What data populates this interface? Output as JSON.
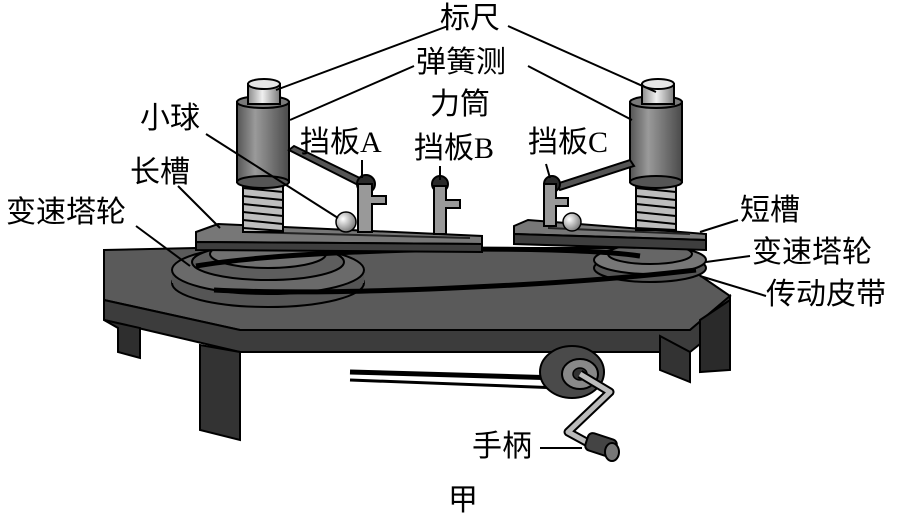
{
  "caption": "甲",
  "labels": {
    "ruler": "标尺",
    "spring_cylinder_line1": "弹簧测",
    "spring_cylinder_line2": "力筒",
    "small_ball": "小球",
    "long_groove": "长槽",
    "variable_speed_tower_wheel_left": "变速塔轮",
    "baffle_a_text": "挡板",
    "baffle_a_letter": "A",
    "baffle_b_text": "挡板",
    "baffle_b_letter": "B",
    "baffle_c_text": "挡板",
    "baffle_c_letter": "C",
    "short_groove": "短槽",
    "variable_speed_tower_wheel_right": "变速塔轮",
    "drive_belt": "传动皮带",
    "handle": "手柄"
  },
  "colors": {
    "base_top": "#5c5c5c",
    "base_side": "#3a3a3a",
    "metal": "#8c8c8c",
    "dark": "#2a2a2a",
    "light": "#d8d8d8"
  }
}
